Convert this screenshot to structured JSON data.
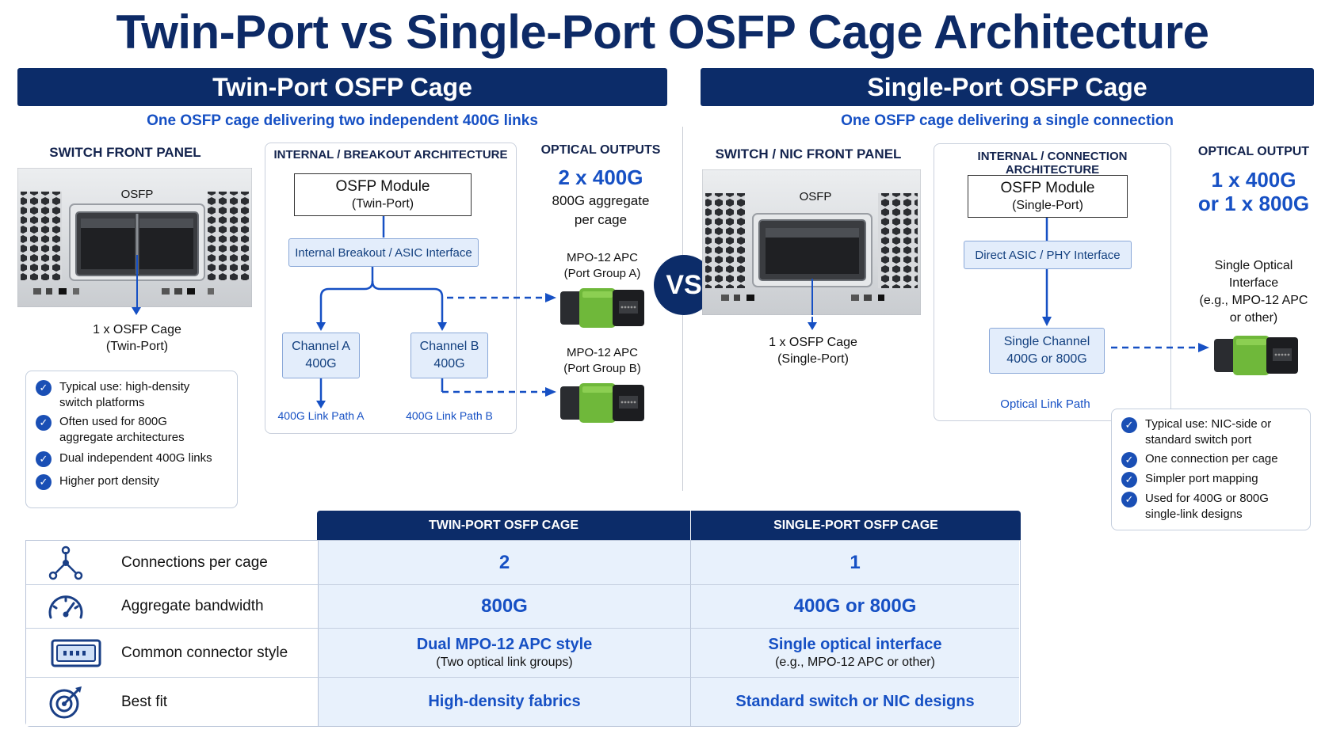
{
  "title": "Twin-Port vs Single-Port OSFP Cage Architecture",
  "vs_label": "VS",
  "left": {
    "banner": "Twin-Port OSFP Cage",
    "subtitle": "One OSFP cage delivering two independent 400G links",
    "front_panel_label": "SWITCH FRONT PANEL",
    "port_label": "OSFP",
    "cage_caption_line1": "1 x OSFP Cage",
    "cage_caption_line2": "(Twin-Port)",
    "arch_label": "INTERNAL / BREAKOUT ARCHITECTURE",
    "module_title": "OSFP Module",
    "module_sub": "(Twin-Port)",
    "interface": "Internal Breakout / ASIC Interface",
    "channel_a_line1": "Channel A",
    "channel_a_line2": "400G",
    "channel_b_line1": "Channel B",
    "channel_b_line2": "400G",
    "path_a": "400G Link Path A",
    "path_b": "400G Link Path B",
    "output_label": "OPTICAL OUTPUTS",
    "output_big": "2 x 400G",
    "output_note_line1": "800G aggregate",
    "output_note_line2": "per cage",
    "conn_a_line1": "MPO-12 APC",
    "conn_a_line2": "(Port Group A)",
    "conn_b_line1": "MPO-12 APC",
    "conn_b_line2": "(Port Group B)",
    "bullets": [
      {
        "line1": "Typical use: high-density",
        "line2": "switch platforms"
      },
      {
        "line1": "Often used for 800G",
        "line2": "aggregate architectures"
      },
      {
        "line1": "Dual independent 400G links",
        "line2": ""
      },
      {
        "line1": "Higher port density",
        "line2": ""
      }
    ]
  },
  "right": {
    "banner": "Single-Port OSFP Cage",
    "subtitle": "One OSFP cage delivering a single connection",
    "front_panel_label": "SWITCH / NIC FRONT PANEL",
    "port_label": "OSFP",
    "cage_caption_line1": "1 x OSFP Cage",
    "cage_caption_line2": "(Single-Port)",
    "arch_label": "INTERNAL / CONNECTION ARCHITECTURE",
    "module_title": "OSFP Module",
    "module_sub": "(Single-Port)",
    "interface": "Direct ASIC / PHY Interface",
    "channel_line1": "Single Channel",
    "channel_line2": "400G or 800G",
    "path": "Optical Link Path",
    "output_label": "OPTICAL OUTPUT",
    "output_big_line1": "1 x 400G",
    "output_big_line2": "or 1 x 800G",
    "conn_line1": "Single Optical",
    "conn_line2": "Interface",
    "conn_line3": "(e.g., MPO-12 APC",
    "conn_line4": "or other)",
    "bullets": [
      {
        "line1": "Typical use: NIC-side or",
        "line2": "standard switch port"
      },
      {
        "line1": "One connection per cage",
        "line2": ""
      },
      {
        "line1": "Simpler port mapping",
        "line2": ""
      },
      {
        "line1": "Used for 400G or 800G",
        "line2": "single-link designs"
      }
    ]
  },
  "table": {
    "header_twin": "TWIN-PORT OSFP CAGE",
    "header_single": "SINGLE-PORT OSFP CAGE",
    "rows": [
      {
        "icon": "network-nodes-icon",
        "label": "Connections per cage",
        "twin": "2",
        "twin_sub": "",
        "single": "1",
        "single_sub": ""
      },
      {
        "icon": "speedometer-icon",
        "label": "Aggregate bandwidth",
        "twin": "800G",
        "twin_sub": "",
        "single": "400G or 800G",
        "single_sub": ""
      },
      {
        "icon": "connector-port-icon",
        "label": "Common connector style",
        "twin": "Dual MPO-12 APC style",
        "twin_sub": "(Two optical link groups)",
        "single": "Single optical interface",
        "single_sub": "(e.g., MPO-12 APC or other)"
      },
      {
        "icon": "target-icon",
        "label": "Best fit",
        "twin": "High-density fabrics",
        "twin_sub": "",
        "single": "Standard switch or NIC designs",
        "single_sub": ""
      }
    ]
  },
  "colors": {
    "navy": "#0c2c69",
    "accent_blue": "#1650c4",
    "light_blue": "#e8f1fc",
    "connector_green": "#6fb83a"
  }
}
